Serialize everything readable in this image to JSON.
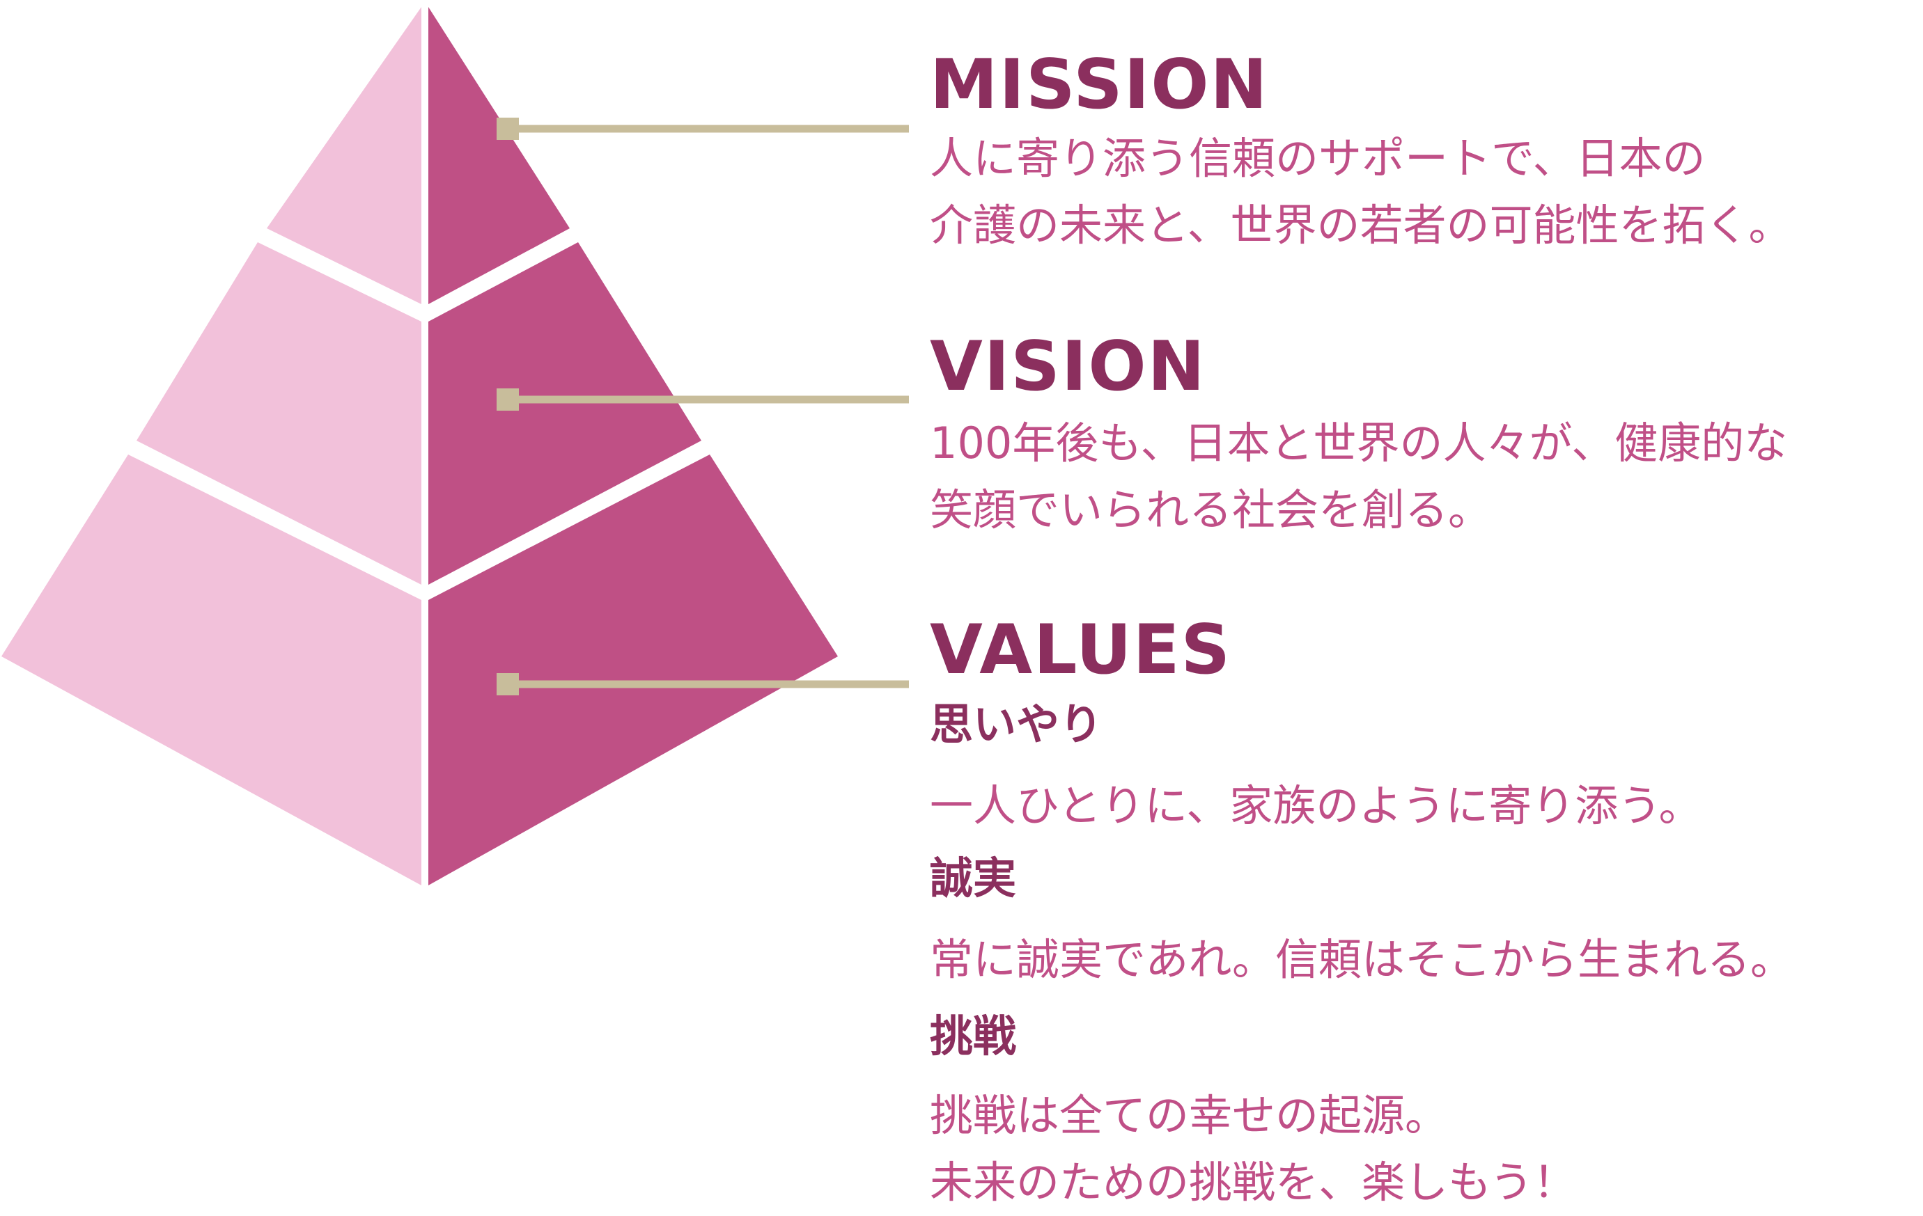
{
  "colors": {
    "heading": "#8b2f5e",
    "text": "#c04f87",
    "pyramid_light": "#f2c1da",
    "pyramid_dark": "#bf5085",
    "connector": "#c8bd9b",
    "separator": "#ffffff"
  },
  "mission": {
    "title": "MISSION",
    "line1": "人に寄り添う信頼のサポートで、日本の",
    "line2": "介護の未来と、世界の若者の可能性を拓く。"
  },
  "vision": {
    "title": "VISION",
    "line1": "100年後も、日本と世界の人々が、健康的な",
    "line2": "笑顔でいられる社会を創る。"
  },
  "values": {
    "title": "VALUES",
    "items": [
      {
        "title": "思いやり",
        "lines": [
          "一人ひとりに、家族のように寄り添う。"
        ]
      },
      {
        "title": "誠実",
        "lines": [
          "常に誠実であれ。信頼はそこから生まれる。"
        ]
      },
      {
        "title": "挑戦",
        "lines": [
          "挑戦は全ての幸せの起源。",
          "未来のための挑戦を、楽しもう！"
        ]
      }
    ]
  }
}
